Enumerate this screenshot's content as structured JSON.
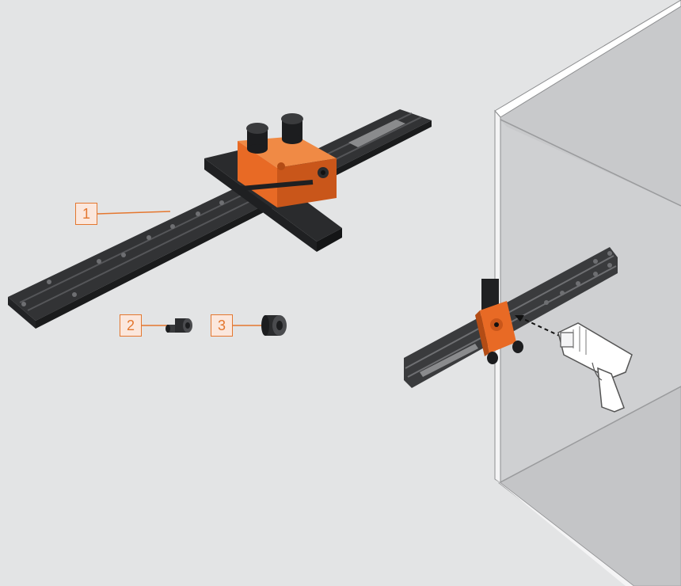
{
  "callouts": [
    {
      "label": "1",
      "part": "drilling-jig-rail"
    },
    {
      "label": "2",
      "part": "drill-bushing-stepped"
    },
    {
      "label": "3",
      "part": "drill-bushing-round"
    }
  ],
  "colors": {
    "background": "#e3e4e5",
    "accent": "#e4772f",
    "callout_fill": "#fbe7dd",
    "rail": "#2b2c2e",
    "jig_body": "#e86a25",
    "cabinet_side": "#b9babc",
    "cabinet_edge": "#ffffff"
  }
}
